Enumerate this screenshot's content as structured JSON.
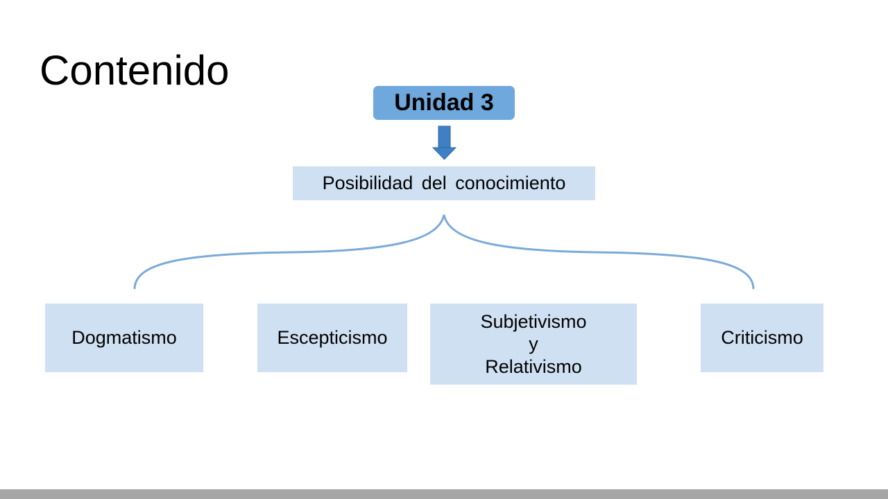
{
  "slide": {
    "title": "Contenido"
  },
  "diagram": {
    "unit_label": "Unidad 3",
    "topic_label": "Posibilidad del conocimiento",
    "branches": [
      {
        "label": "Dogmatismo"
      },
      {
        "label": "Escepticismo"
      },
      {
        "lines": [
          "Subjetivismo",
          "y",
          "Relativismo"
        ]
      },
      {
        "label": "Criticismo"
      }
    ]
  },
  "colors": {
    "unit_fill": "#6fa8dc",
    "box_fill": "#cfe0f2",
    "arrow": "#3f7fc4",
    "arrow_stroke": "#2e6aab",
    "brace": "#7aaad8",
    "footer": "#a6a6a6"
  },
  "icons": {
    "arrow": "arrow-down-icon",
    "brace": "curly-brace-connector"
  }
}
